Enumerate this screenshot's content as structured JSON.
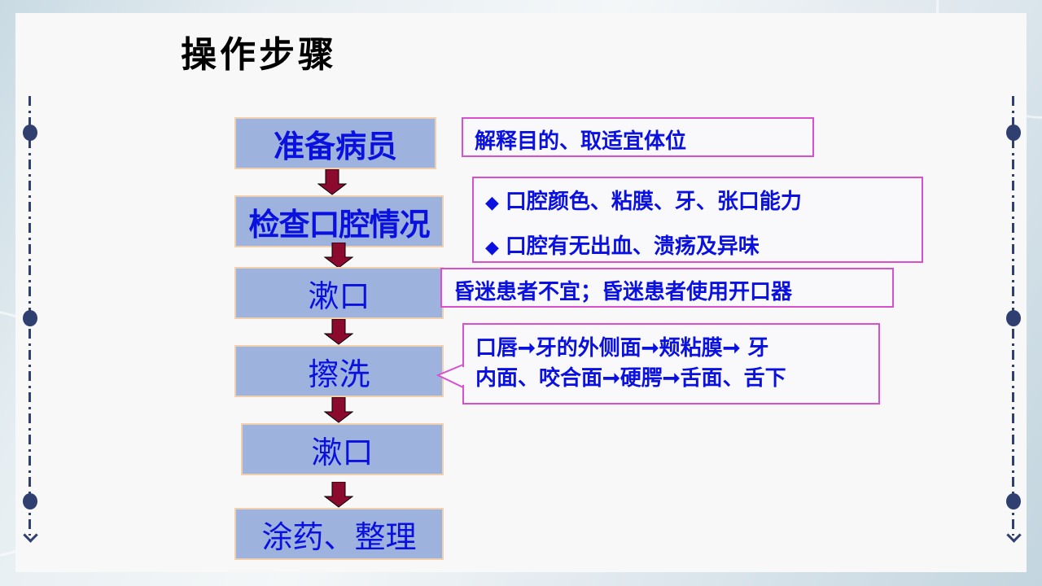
{
  "slide": {
    "title": "操作步骤"
  },
  "flow": {
    "steps": [
      {
        "label": "准备病员"
      },
      {
        "label": "检查口腔情况"
      },
      {
        "label": "漱口"
      },
      {
        "label": "擦洗"
      },
      {
        "label": "漱口"
      },
      {
        "label": "涂药、整理"
      }
    ]
  },
  "callouts": {
    "prepare": {
      "text": "解释目的、取适宜体位"
    },
    "inspect": {
      "bullet_icon": "◆",
      "items": [
        "口腔颜色、粘膜、牙、张口能力",
        "口腔有无出血、溃疡及异味"
      ]
    },
    "rinse": {
      "text": "昏迷患者不宜；昏迷患者使用开口器"
    },
    "wipe": {
      "lines": [
        "口唇➞牙的外侧面➞颊粘膜➞ 牙",
        "内面、咬合面➞硬腭➞舌面、舌下"
      ]
    }
  },
  "colors": {
    "step_fill": "#9db3de",
    "step_border": "#f0cfae",
    "text_blue": "#0a10e0",
    "arrow": "#8b0a2e",
    "callout_border": "#d84fd0",
    "decor_navy": "#2e3f70"
  }
}
